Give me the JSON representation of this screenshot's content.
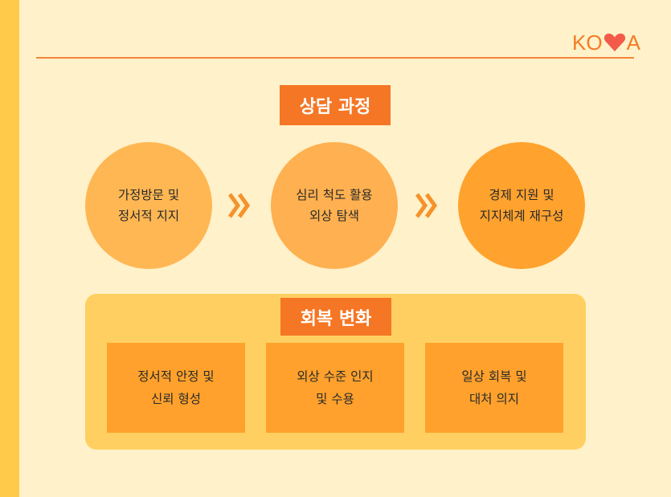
{
  "brand": {
    "logo_text_left": "KO",
    "logo_text_right": "A",
    "accent_color": "#f57624",
    "icon": "heart-icon"
  },
  "process": {
    "title": "상담 과정",
    "steps": [
      {
        "line1": "가정방문 및",
        "line2": "정서적 지지"
      },
      {
        "line1": "심리 척도 활용",
        "line2": "외상 탐색"
      },
      {
        "line1": "경제 지원 및",
        "line2": "지지체계 재구성"
      }
    ],
    "arrow_icon": "double-chevron-right-icon"
  },
  "change": {
    "title": "회복 변화",
    "items": [
      {
        "line1": "정서적 안정 및",
        "line2": "신뢰 형성"
      },
      {
        "line1": "외상 수준 인지",
        "line2": "및 수용"
      },
      {
        "line1": "일상 회복 및",
        "line2": "대처 의지"
      }
    ]
  }
}
